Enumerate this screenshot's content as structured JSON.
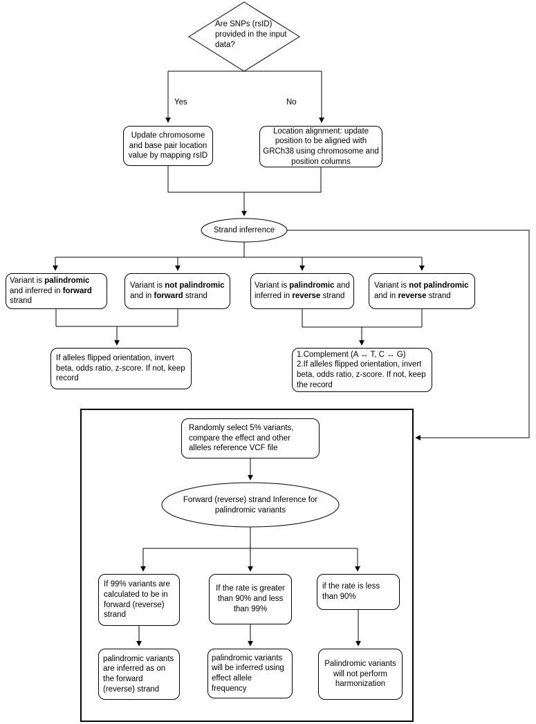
{
  "colors": {
    "stroke": "#000000",
    "background": "#ffffff",
    "text": "#000000"
  },
  "nodes": {
    "decision": {
      "text": "Are SNPs (rsID) provided in the input data?"
    },
    "label_yes": "Yes",
    "label_no": "No",
    "update_rsid": {
      "text": "Update chromosome and base pair location value by mapping rsID"
    },
    "location_alignment": {
      "text": "Location alignment: update position to be aligned with GRCh38 using chromosome and position columns"
    },
    "strand_inference": {
      "text": "Strand inferrence"
    },
    "variant_pal_forward": {
      "segments": [
        {
          "t": "Variant is "
        },
        {
          "t": "palindromic",
          "b": true
        },
        {
          "t": " and inferred in "
        },
        {
          "t": "forward",
          "b": true
        },
        {
          "t": " strand"
        }
      ]
    },
    "variant_notpal_forward": {
      "segments": [
        {
          "t": "Variant is "
        },
        {
          "t": "not palindromic",
          "b": true
        },
        {
          "t": " and in "
        },
        {
          "t": "forward",
          "b": true
        },
        {
          "t": " strand"
        }
      ]
    },
    "variant_pal_reverse": {
      "segments": [
        {
          "t": "Variant is "
        },
        {
          "t": "palindromic",
          "b": true
        },
        {
          "t": " and inferred in "
        },
        {
          "t": "reverse",
          "b": true
        },
        {
          "t": " strand"
        }
      ]
    },
    "variant_notpal_reverse": {
      "segments": [
        {
          "t": "Variant is "
        },
        {
          "t": "not palindromic",
          "b": true
        },
        {
          "t": " and in "
        },
        {
          "t": "reverse",
          "b": true
        },
        {
          "t": " strand"
        }
      ]
    },
    "flip_invert_forward": {
      "text": "If alleles flipped orientation, invert beta, odds ratio, z-score. If not, keep record"
    },
    "complement_invert_reverse": {
      "text": "1.Complement (A ↔ T, C ↔ G)\n2.If alleles flipped orientation, invert beta, odds ratio, z-score. If not, keep the record"
    },
    "random_select": {
      "text": "Randomly select 5% variants, compare the effect and other alleles reference VCF file"
    },
    "palindromic_inference": {
      "text": "Forward (reverse) strand Inference for palindromic variants"
    },
    "cond_99": {
      "text": "If 99% variants are calculated to be in forward (reverse) strand"
    },
    "cond_90_99": {
      "text": "If the rate is greater than 90% and less than 99%"
    },
    "cond_lt_90": {
      "text": "if the rate is less than 90%"
    },
    "result_99": {
      "text": "palindromic variants are inferred as on the forward (reverse) strand"
    },
    "result_90_99": {
      "text": "palindromic variants will be inferred using effect allele frequency"
    },
    "result_lt_90": {
      "text": "Palindromic variants will not perform harmonization"
    }
  }
}
